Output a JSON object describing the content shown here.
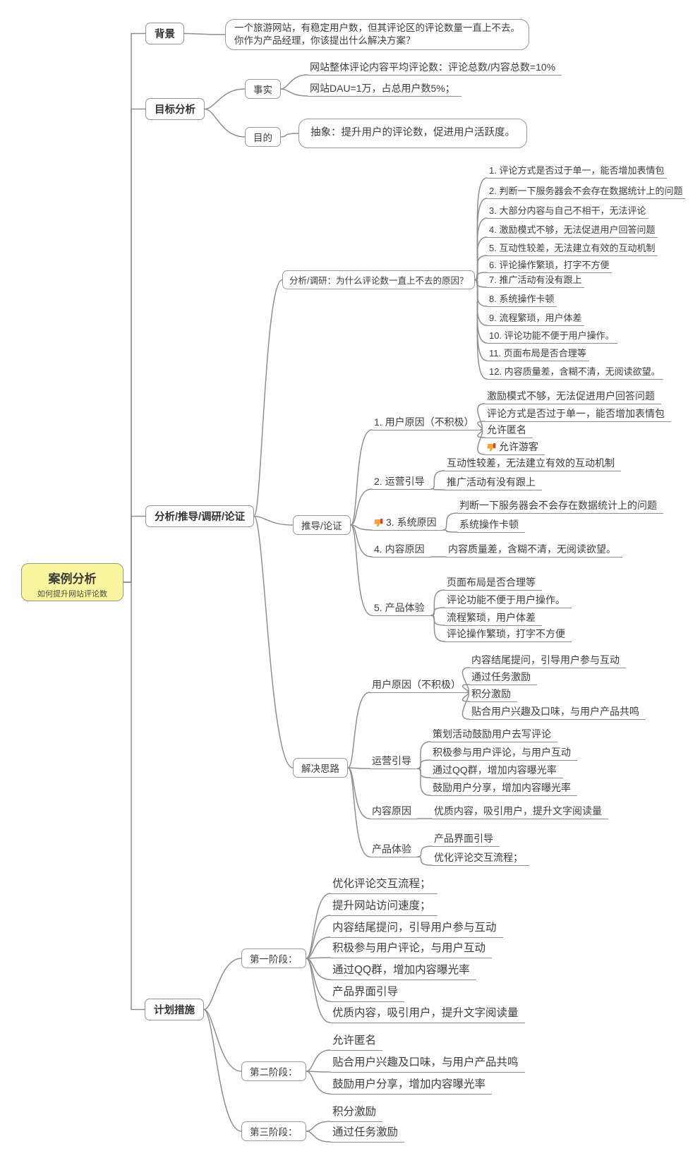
{
  "root": {
    "title": "案例分析",
    "subtitle": "如何提升网站评论数"
  },
  "icons": {
    "dislike_marker": "thumbs-down-red"
  },
  "background": {
    "label": "背景",
    "note": "一个旅游网站，有稳定用户数，但其评论区的评论数量一直上不去。\n你作为产品经理，你该提出什么解决方案？"
  },
  "goal": {
    "label": "目标分析",
    "fact": {
      "label": "事实",
      "items": [
        "网站整体评论内容平均评论数：评论总数/内容总数=10%",
        "网站DAU=1万，占总用户数5%；"
      ]
    },
    "purpose": {
      "label": "目的",
      "note": "抽象：提升用户的评论数，促进用户活跃度。"
    }
  },
  "analysis": {
    "label": "分析/推导/调研/论证",
    "research": {
      "label": "分析/调研：为什么评论数一直上不去的原因？",
      "items": [
        "1. 评论方式是否过于单一，能否增加表情包",
        "2. 判断一下服务器会不会存在数据统计上的问题",
        "3. 大部分内容与自己不相干，无法评论",
        "4. 激励模式不够，无法促进用户回答问题",
        "5. 互动性较差，无法建立有效的互动机制",
        "6. 评论操作繁琐，打字不方便",
        "7. 推广活动有没有跟上",
        "8. 系统操作卡顿",
        "9. 流程繁琐，用户体差",
        "10. 评论功能不便于用户操作。",
        "11. 页面布局是否合理等",
        "12. 内容质量差，含糊不清，无阅读欲望。"
      ]
    },
    "deduce": {
      "label": "推导/论证",
      "user": {
        "label": "1. 用户原因（不积极）",
        "items": [
          "激励模式不够，无法促进用户回答问题",
          "评论方式是否过于单一，能否增加表情包",
          "允许匿名",
          "允许游客"
        ]
      },
      "ops": {
        "label": "2. 运营引导",
        "items": [
          "互动性较差，无法建立有效的互动机制",
          "推广活动有没有跟上"
        ]
      },
      "system": {
        "label": "3. 系统原因",
        "items": [
          "判断一下服务器会不会存在数据统计上的问题",
          "系统操作卡顿"
        ]
      },
      "content": {
        "label": "4. 内容原因",
        "items": [
          "内容质量差，含糊不清，无阅读欲望。"
        ]
      },
      "product": {
        "label": "5. 产品体验",
        "items": [
          "页面布局是否合理等",
          "评论功能不便于用户操作。",
          "流程繁琐，用户体差",
          "评论操作繁琐，打字不方便"
        ]
      }
    },
    "solution": {
      "label": "解决思路",
      "user": {
        "label": "用户原因（不积极）",
        "items": [
          "内容结尾提问，引导用户参与互动",
          "通过任务激励",
          "积分激励",
          "贴合用户兴趣及口味，与用户产品共鸣"
        ]
      },
      "ops": {
        "label": "运营引导",
        "items": [
          "策划活动鼓励用户去写评论",
          "积极参与用户评论，与用户互动",
          "通过QQ群，增加内容曝光率",
          "鼓励用户分享，增加内容曝光率"
        ]
      },
      "content": {
        "label": "内容原因",
        "items": [
          "优质内容，吸引用户，提升文字阅读量"
        ]
      },
      "product": {
        "label": "产品体验",
        "items": [
          "产品界面引导",
          "优化评论交互流程；"
        ]
      }
    }
  },
  "plan": {
    "label": "计划措施",
    "phase1": {
      "label": "第一阶段：",
      "items": [
        "优化评论交互流程；",
        "提升网站访问速度；",
        "内容结尾提问，引导用户参与互动",
        "积极参与用户评论，与用户互动",
        "通过QQ群，增加内容曝光率",
        "产品界面引导",
        "优质内容，吸引用户，提升文字阅读量"
      ]
    },
    "phase2": {
      "label": "第二阶段：",
      "items": [
        "允许匿名",
        "贴合用户兴趣及口味，与用户产品共鸣",
        "鼓励用户分享，增加内容曝光率"
      ]
    },
    "phase3": {
      "label": "第三阶段：",
      "items": [
        "积分激励",
        "通过任务激励"
      ]
    }
  }
}
